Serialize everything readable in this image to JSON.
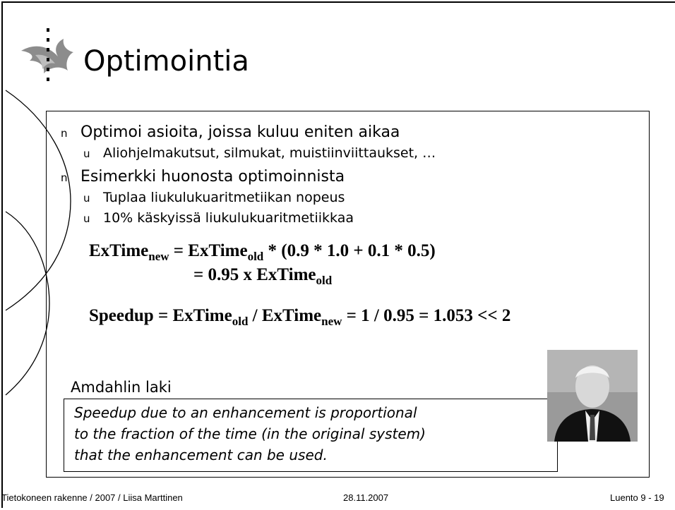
{
  "slide": {
    "title": "Optimointia",
    "bullets": [
      {
        "mark": "n",
        "text": "Optimoi asioita, joissa kuluu eniten aikaa",
        "sub": [
          {
            "mark": "u",
            "text": "Aliohjelmakutsut, silmukat, muistiinviittaukset, …"
          }
        ]
      },
      {
        "mark": "n",
        "text": "Esimerkki huonosta optimoinnista",
        "sub": [
          {
            "mark": "u",
            "text": "Tuplaa liukulukuaritmetiikan nopeus"
          },
          {
            "mark": "u",
            "text": "10% käskyissä liukulukuaritmetiikkaa"
          }
        ]
      }
    ],
    "formula1": {
      "lhs": "ExTime",
      "lhs_sub": "new",
      "eq": " =  ExTime",
      "eq_sub": "old",
      "rest": " *  (0.9 * 1.0 + 0.1 * 0.5)"
    },
    "formula2": {
      "pre": "=  0.95 x ExTime",
      "sub": "old"
    },
    "formula3": {
      "a": "Speedup = ExTime",
      "a_sub": "old",
      "b": " / ExTime",
      "b_sub": "new",
      "c": " = 1 / 0.95 = 1.053 << 2"
    },
    "amdahl_label": "Amdahlin laki",
    "quote_lines": [
      "Speedup due to an enhancement is proportional",
      "to the fraction of the time (in the original system)",
      "that the enhancement can be used."
    ]
  },
  "footer": {
    "left": "Tietokoneen rakenne / 2007 / Liisa Marttinen",
    "center": "28.11.2007",
    "right": "Luento 9 - 19"
  }
}
